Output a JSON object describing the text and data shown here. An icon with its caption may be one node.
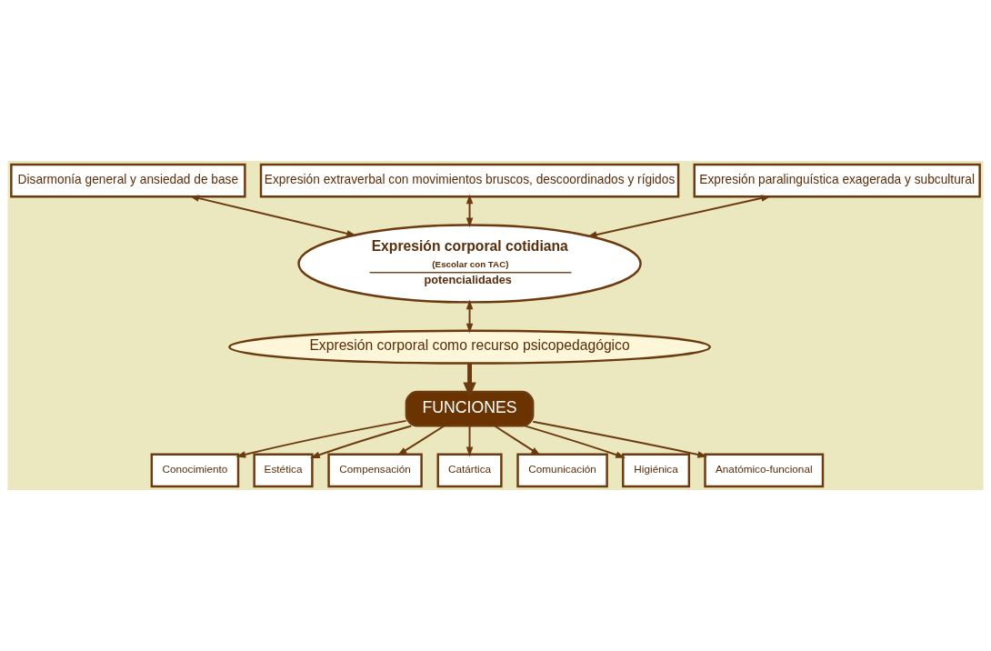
{
  "diagram": {
    "nodes": [
      {
        "text": [
          "Disarmonía general y ansiedad de base"
        ]
      },
      {
        "text": [
          "Expresión extraverbal con movimientos bruscos, descoordinados y rígidos"
        ]
      },
      {
        "text": [
          "Expresión paralinguística exagerada y subcultural"
        ]
      },
      {
        "text": [
          "Expresión corporal cotidiana",
          "(Escolar con TAC)",
          "potencialidades"
        ]
      },
      {
        "text": [
          "Expresión corporal como recurso psicopedagógico"
        ]
      },
      {
        "text": [
          "FUNCIONES"
        ]
      },
      {
        "text": [
          "Conocimiento"
        ]
      },
      {
        "text": [
          "Estética"
        ]
      },
      {
        "text": [
          "Compensación"
        ]
      },
      {
        "text": [
          "Catártica"
        ]
      },
      {
        "text": [
          "Comunicación"
        ]
      },
      {
        "text": [
          "Higiénica"
        ]
      },
      {
        "text": [
          "Anatómico-funcional"
        ]
      }
    ],
    "edges": [
      {
        "from": 0,
        "to": 3,
        "arrow": "both"
      },
      {
        "from": 1,
        "to": 3,
        "arrow": "both"
      },
      {
        "from": 2,
        "to": 3,
        "arrow": "both"
      },
      {
        "from": 3,
        "to": 4,
        "arrow": "both"
      },
      {
        "from": 4,
        "to": 5,
        "arrow": "to",
        "style": "thick"
      },
      {
        "from": 5,
        "to": 6,
        "arrow": "to"
      },
      {
        "from": 5,
        "to": 7,
        "arrow": "to"
      },
      {
        "from": 5,
        "to": 8,
        "arrow": "to"
      },
      {
        "from": 5,
        "to": 9,
        "arrow": "to"
      },
      {
        "from": 5,
        "to": 10,
        "arrow": "to"
      },
      {
        "from": 5,
        "to": 11,
        "arrow": "to"
      },
      {
        "from": 5,
        "to": 12,
        "arrow": "to"
      }
    ]
  }
}
